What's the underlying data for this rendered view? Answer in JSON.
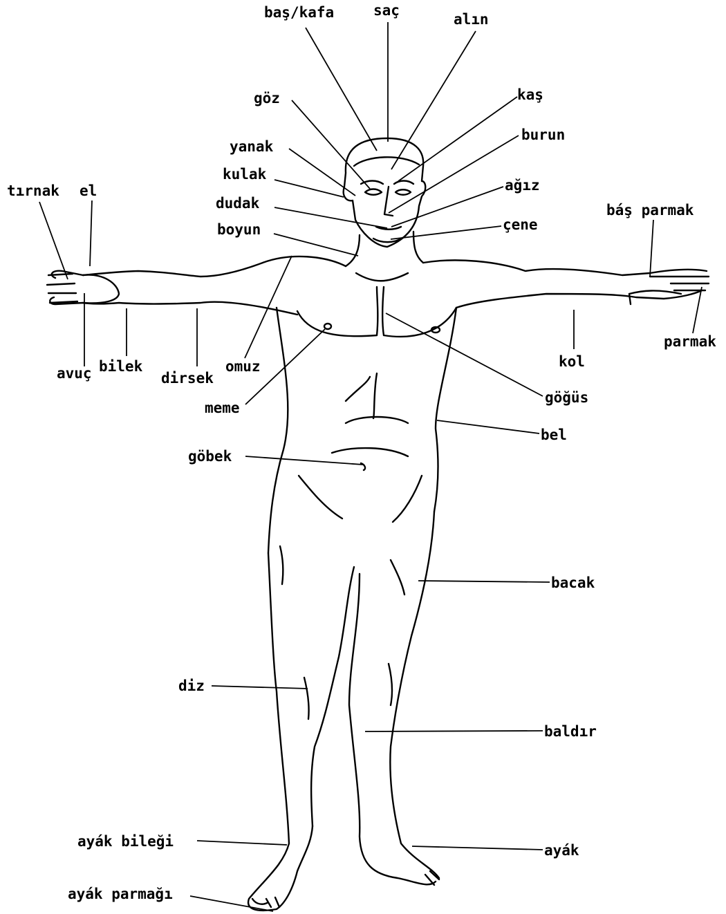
{
  "labels": {
    "bas_kafa": "baş/kafa",
    "sac": "saç",
    "alin": "alın",
    "goz": "göz",
    "kas": "kaş",
    "yanak": "yanak",
    "burun": "burun",
    "kulak": "kulak",
    "agiz": "ağız",
    "tirnak": "tırnak",
    "el": "el",
    "dudak": "dudak",
    "bas_parmak": "báş parmak",
    "cene": "çene",
    "boyun": "boyun",
    "parmak": "parmak",
    "avuc": "avuç",
    "bilek": "bilek",
    "dirsek": "dirsek",
    "omuz": "omuz",
    "kol": "kol",
    "gogus": "göğüs",
    "meme": "meme",
    "bel": "bel",
    "gobek": "göbek",
    "bacak": "bacak",
    "diz": "diz",
    "baldir": "baldır",
    "ayak_bilegi": "ayák bileği",
    "ayak": "ayák",
    "ayak_parmagi": "ayák parmağı"
  }
}
